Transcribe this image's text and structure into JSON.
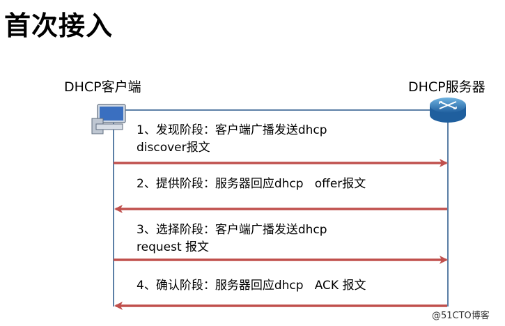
{
  "title": "首次接入",
  "client": {
    "label": "DHCP客户端",
    "icon": "computer-icon"
  },
  "server": {
    "label": "DHCP服务器",
    "icon": "router-icon"
  },
  "steps": [
    {
      "line1": "1、发现阶段：客户端广播发送dhcp",
      "line2": "discover报文",
      "direction": "client-to-server"
    },
    {
      "line1": "2、提供阶段：服务器回应dhcp   offer报文",
      "line2": "",
      "direction": "server-to-client"
    },
    {
      "line1": "3、选择阶段：客户端广播发送dhcp",
      "line2": "request 报文",
      "direction": "client-to-server"
    },
    {
      "line1": "4、确认阶段：服务器回应dhcp   ACK 报文",
      "line2": "",
      "direction": "server-to-client"
    }
  ],
  "watermark": "@51CTO博客",
  "colors": {
    "frame": "#5b7fa6",
    "arrow": "#c0504d"
  }
}
